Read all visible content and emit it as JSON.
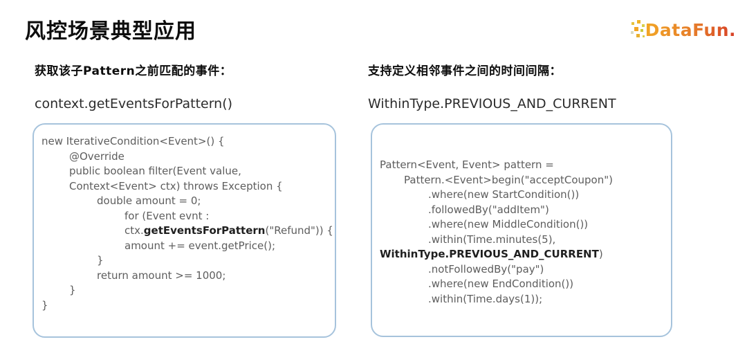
{
  "slide": {
    "title": "风控场景典型应用",
    "logo_text": "DataFun."
  },
  "left": {
    "heading": "获取该子Pattern之前匹配的事件：",
    "api_label": "context.getEventsForPattern()",
    "code_lines": [
      {
        "indent": 0,
        "segments": [
          {
            "t": "new IterativeCondition<Event>() {",
            "b": false
          }
        ]
      },
      {
        "indent": 1,
        "segments": [
          {
            "t": "@Override",
            "b": false
          }
        ]
      },
      {
        "indent": 1,
        "segments": [
          {
            "t": "public boolean filter(Event value,",
            "b": false
          }
        ]
      },
      {
        "indent": 1,
        "segments": [
          {
            "t": "Context<Event> ctx) throws Exception {",
            "b": false
          }
        ]
      },
      {
        "indent": 2,
        "segments": [
          {
            "t": "double amount = 0;",
            "b": false
          }
        ]
      },
      {
        "indent": 3,
        "segments": [
          {
            "t": "for (Event evnt :",
            "b": false
          }
        ]
      },
      {
        "indent": 3,
        "segments": [
          {
            "t": "ctx.",
            "b": false
          },
          {
            "t": "getEventsForPattern",
            "b": true
          },
          {
            "t": "(\"Refund\")) {",
            "b": false
          }
        ]
      },
      {
        "indent": 3,
        "segments": [
          {
            "t": "amount += event.getPrice();",
            "b": false
          }
        ]
      },
      {
        "indent": 2,
        "segments": [
          {
            "t": "}",
            "b": false
          }
        ]
      },
      {
        "indent": 2,
        "segments": [
          {
            "t": "return amount >= 1000;",
            "b": false
          }
        ]
      },
      {
        "indent": 1,
        "segments": [
          {
            "t": "}",
            "b": false
          }
        ]
      },
      {
        "indent": 0,
        "segments": [
          {
            "t": "}",
            "b": false
          }
        ]
      }
    ]
  },
  "right": {
    "heading": "支持定义相邻事件之间的时间间隔：",
    "api_label": "WithinType.PREVIOUS_AND_CURRENT",
    "code_lines": [
      {
        "indent": 0,
        "segments": [
          {
            "t": "Pattern<Event, Event> pattern =",
            "b": false
          }
        ]
      },
      {
        "indent": 1,
        "segments": [
          {
            "t": "Pattern.<Event>begin(\"acceptCoupon\")",
            "b": false
          }
        ]
      },
      {
        "indent": 2,
        "segments": [
          {
            "t": ".where(new StartCondition())",
            "b": false
          }
        ]
      },
      {
        "indent": 2,
        "segments": [
          {
            "t": ".followedBy(\"addItem\")",
            "b": false
          }
        ]
      },
      {
        "indent": 2,
        "segments": [
          {
            "t": ".where(new MiddleCondition())",
            "b": false
          }
        ]
      },
      {
        "indent": 2,
        "segments": [
          {
            "t": ".within(Time.minutes(5),",
            "b": false
          }
        ]
      },
      {
        "indent": 0,
        "segments": [
          {
            "t": "WithinType.PREVIOUS_AND_CURRENT",
            "b": true
          },
          {
            "t": ")",
            "b": false
          }
        ]
      },
      {
        "indent": 2,
        "segments": [
          {
            "t": ".notFollowedBy(\"pay\")",
            "b": false
          }
        ]
      },
      {
        "indent": 2,
        "segments": [
          {
            "t": ".where(new EndCondition())",
            "b": false
          }
        ]
      },
      {
        "indent": 2,
        "segments": [
          {
            "t": ".within(Time.days(1));",
            "b": false
          }
        ]
      }
    ]
  },
  "colors": {
    "box_border": "#a6c3dc",
    "code_text": "#5d5d5d",
    "code_bold": "#1f1f1f",
    "heading_text": "#0d0d0d",
    "logo_gold": "#f2a625",
    "logo_red": "#d63d26"
  }
}
